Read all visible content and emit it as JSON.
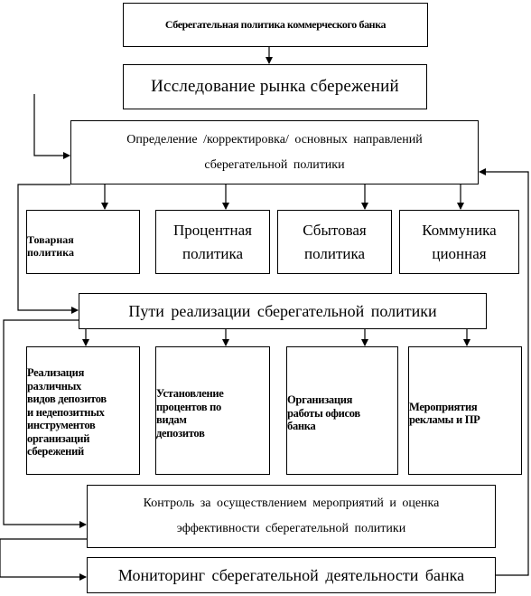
{
  "diagram": {
    "title": "Сберегательная политика коммерческого банка",
    "research": "Исследование  рынка сбережений",
    "define_line1": "Определение  /корректировка/  основных  направлений",
    "define_line2": "сберегательной  политики",
    "policies": [
      {
        "line1": "Товарная",
        "line2": "политика"
      },
      {
        "line1": "Процентная",
        "line2": "политика"
      },
      {
        "line1": "Сбытовая",
        "line2": "политика"
      },
      {
        "line1": "Коммуника",
        "line2": "ционная"
      }
    ],
    "paths": "Пути  реализации  сберегательной  политики",
    "measures": [
      {
        "lines": [
          "Реализация",
          "различных",
          "видов депозитов",
          "и недепозитных",
          "инструментов",
          "организаций",
          "сбережений"
        ]
      },
      {
        "lines": [
          "Установление",
          "процентов по",
          "видам",
          "депозитов"
        ]
      },
      {
        "lines": [
          "Организация",
          "работы офисов",
          "банка"
        ]
      },
      {
        "lines": [
          "Мероприятия",
          "рекламы и ПР"
        ]
      }
    ],
    "control_line1": "Контроль  за  осуществлением  мероприятий  и оценка",
    "control_line2": "эффективности  сберегательной  политики",
    "monitoring": "Мониторинг  сберегательной  деятельности  банка"
  }
}
